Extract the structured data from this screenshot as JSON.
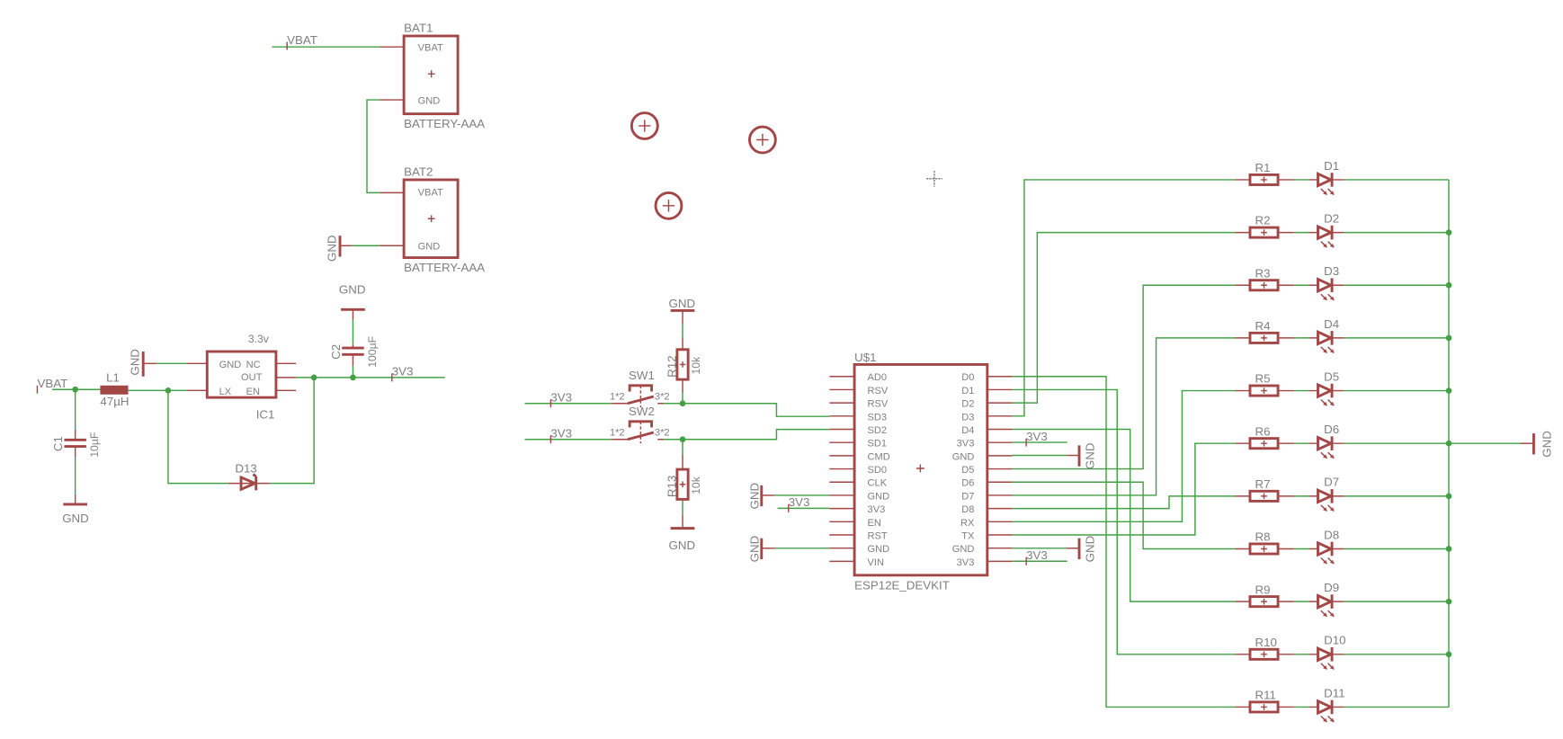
{
  "colors": {
    "wire": "#44a044",
    "part": "#a34646",
    "text": "#7f7f7f",
    "background": "#ffffff"
  },
  "nets": {
    "vbat": "VBAT",
    "v33": "3V3",
    "gnd": "GND"
  },
  "bat1": {
    "name": "BAT1",
    "value": "BATTERY-AAA",
    "pin_pos": "VBAT",
    "pin_neg": "GND"
  },
  "bat2": {
    "name": "BAT2",
    "value": "BATTERY-AAA",
    "pin_pos": "VBAT",
    "pin_neg": "GND"
  },
  "ic1": {
    "name": "IC1",
    "value": "3.3v",
    "pins": {
      "gnd": "GND",
      "nc": "NC",
      "out": "OUT",
      "lx": "LX",
      "en": "EN"
    }
  },
  "l1": {
    "name": "L1",
    "value": "47µH"
  },
  "c1": {
    "name": "C1",
    "value": "10µF"
  },
  "c2": {
    "name": "C2",
    "value": "100µF"
  },
  "d13": {
    "name": "D13"
  },
  "sw1": {
    "name": "SW1",
    "pin1": "1*2",
    "pin3": "3*2"
  },
  "sw2": {
    "name": "SW2",
    "pin1": "1*2",
    "pin3": "3*2"
  },
  "r12": {
    "name": "R12",
    "value": "10k"
  },
  "r13": {
    "name": "R13",
    "value": "10k"
  },
  "esp": {
    "name": "U$1",
    "value": "ESP12E_DEVKIT",
    "left_pins": [
      "AD0",
      "RSV",
      "RSV",
      "SD3",
      "SD2",
      "SD1",
      "CMD",
      "SD0",
      "CLK",
      "GND",
      "3V3",
      "EN",
      "RST",
      "GND",
      "VIN"
    ],
    "right_pins": [
      "D0",
      "D1",
      "D2",
      "D3",
      "D4",
      "3V3",
      "GND",
      "D5",
      "D6",
      "D7",
      "D8",
      "RX",
      "TX",
      "GND",
      "3V3"
    ]
  },
  "led_rows": [
    {
      "resistor": "R1",
      "led": "D1"
    },
    {
      "resistor": "R2",
      "led": "D2"
    },
    {
      "resistor": "R3",
      "led": "D3"
    },
    {
      "resistor": "R4",
      "led": "D4"
    },
    {
      "resistor": "R5",
      "led": "D5"
    },
    {
      "resistor": "R6",
      "led": "D6"
    },
    {
      "resistor": "R7",
      "led": "D7"
    },
    {
      "resistor": "R8",
      "led": "D8"
    },
    {
      "resistor": "R9",
      "led": "D9"
    },
    {
      "resistor": "R10",
      "led": "D10"
    },
    {
      "resistor": "R11",
      "led": "D11"
    }
  ]
}
